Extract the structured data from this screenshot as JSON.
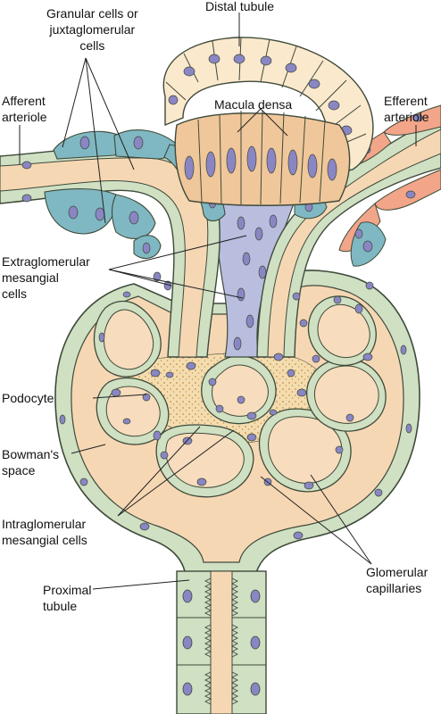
{
  "labels": {
    "distal_tubule": [
      "Distal tubule"
    ],
    "granular_cells": [
      "Granular cells or",
      "juxtaglomerular",
      "cells"
    ],
    "macula_densa": [
      "Macula densa"
    ],
    "afferent_arteriole": [
      "Afferent",
      "arteriole"
    ],
    "efferent_arteriole": [
      "Efferent",
      "arteriole"
    ],
    "extraglomerular_mesangial": [
      "Extraglomerular",
      "mesangial",
      "cells"
    ],
    "podocyte": [
      "Podocyte"
    ],
    "bowmans_space": [
      "Bowman's",
      "space"
    ],
    "intraglomerular_mesangial": [
      "Intraglomerular",
      "mesangial cells"
    ],
    "glomerular_capillaries": [
      "Glomerular",
      "capillaries"
    ],
    "proximal_tubule": [
      "Proximal",
      "tubule"
    ]
  },
  "colors": {
    "capsule_green": "#cfe0c3",
    "outline": "#3f4a3a",
    "bowman_space": "#f6d7b4",
    "capillary_lumen": "#f7dcbd",
    "granular_teal": "#7fb8c2",
    "macula_orange": "#f0c79a",
    "distal_cream": "#fbe9cd",
    "efferent_salmon": "#f2a589",
    "mesangial_lavender": "#b9bedf",
    "nucleus_purple": "#8a86c4",
    "matrix_dots": "#d9a25a"
  }
}
